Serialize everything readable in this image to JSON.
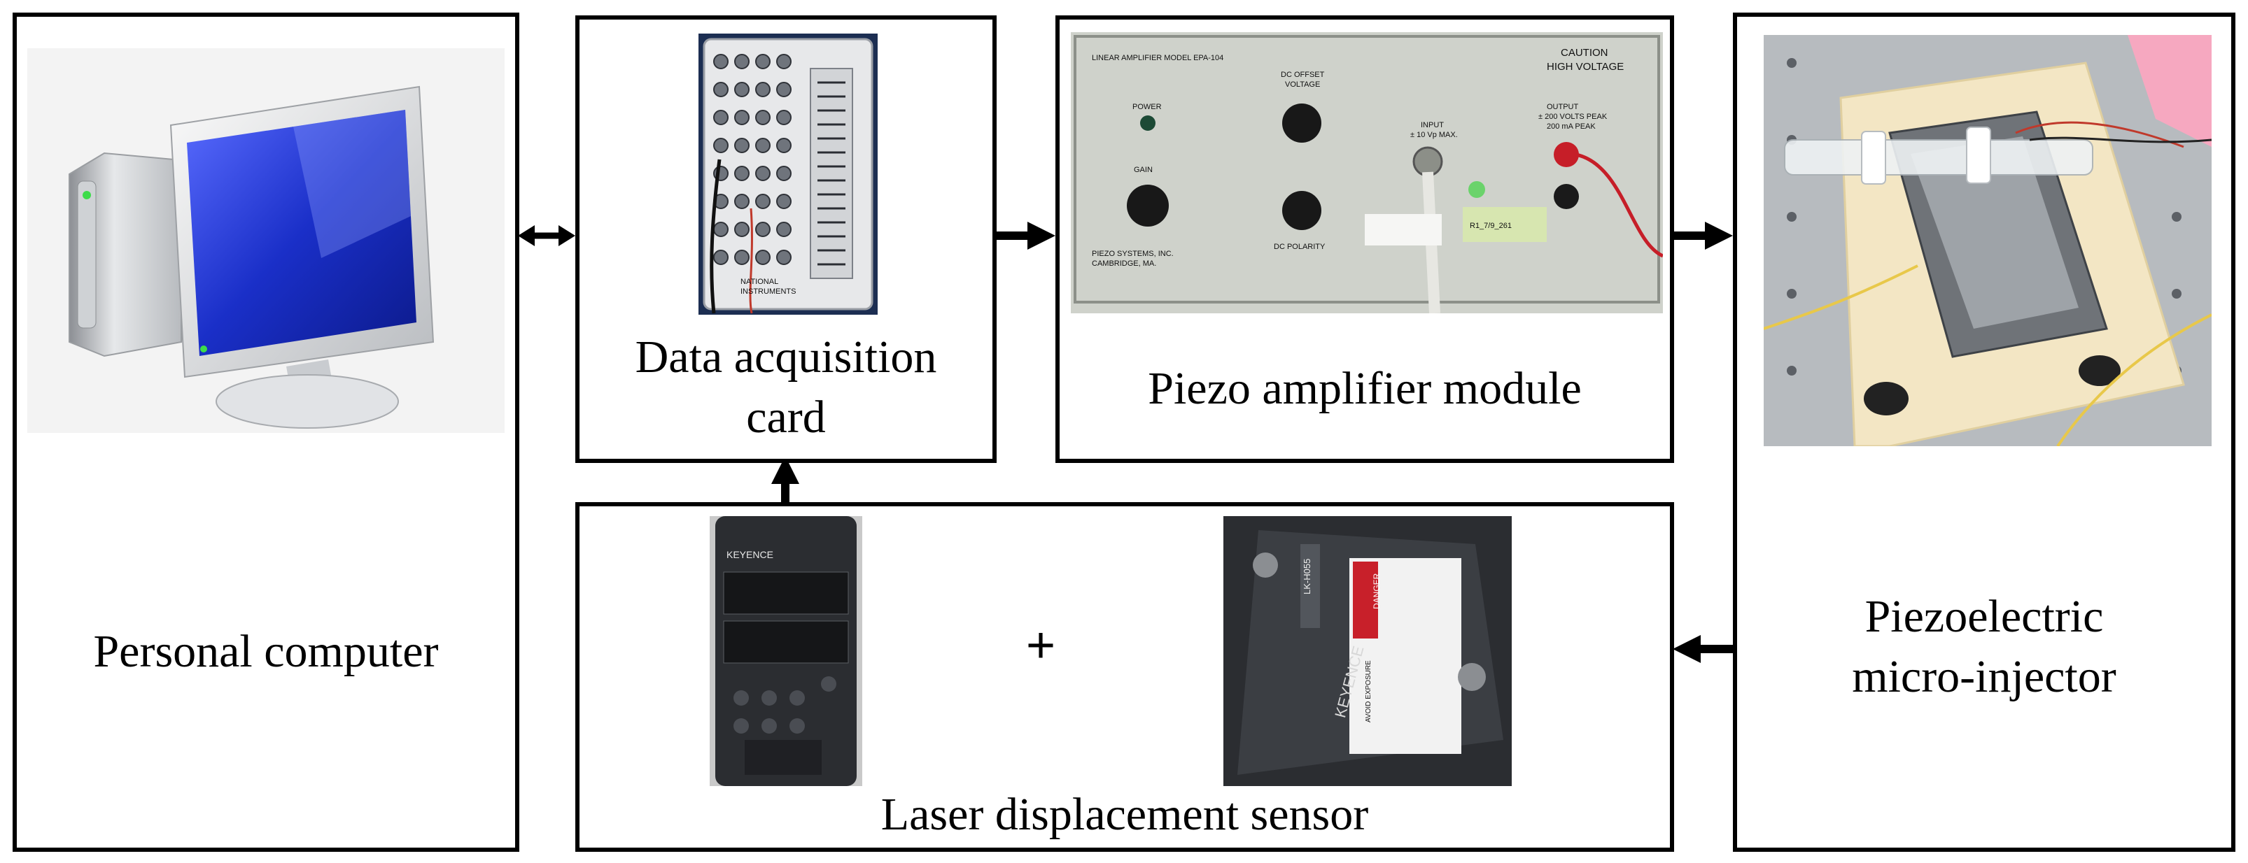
{
  "blocks": {
    "computer": {
      "label": "Personal computer",
      "image": "desktop-computer-icon"
    },
    "daq": {
      "label_line1": "Data acquisition",
      "label_line2": "card",
      "image": "data-acquisition-card-photo"
    },
    "amplifier": {
      "label": "Piezo amplifier module",
      "image": "piezo-amplifier-photo"
    },
    "injector": {
      "label_line1": "Piezoelectric",
      "label_line2": "micro-injector",
      "image": "micro-injector-photo"
    },
    "laser": {
      "label": "Laser displacement sensor",
      "plus": "+",
      "images": [
        "laser-controller-photo",
        "laser-head-photo"
      ]
    }
  },
  "photo_text": {
    "daq_brand_line1": "NATIONAL",
    "daq_brand_line2": "INSTRUMENTS",
    "amp_title": "LINEAR AMPLIFIER   MODEL EPA-104",
    "amp_caution1": "CAUTION",
    "amp_caution2": "HIGH VOLTAGE",
    "amp_power": "POWER",
    "amp_gain": "GAIN",
    "amp_dc_offset1": "DC OFFSET",
    "amp_dc_offset2": "VOLTAGE",
    "amp_dc_polarity": "DC POLARITY",
    "amp_input1": "INPUT",
    "amp_input2": "± 10 Vp MAX.",
    "amp_output1": "OUTPUT",
    "amp_output2": "± 200 VOLTS PEAK",
    "amp_output3": "200 mA PEAK",
    "amp_maker1": "PIEZO SYSTEMS, INC.",
    "amp_maker2": "CAMBRIDGE, MA.",
    "amp_sticker": "R1_7/9_261",
    "laser_brand": "KEYENCE",
    "laser_model": "LK-H055",
    "laser_danger": "DANGER",
    "laser_avoid": "AVOID EXPOSURE"
  },
  "colors": {
    "border": "#000000",
    "arrow": "#000000",
    "monitor_screen": "#1a2fc8",
    "amp_panel": "#cfd2cb",
    "injector_base": "#f3e6c4",
    "laser_body": "#2b2d31",
    "danger_red": "#c8202a"
  }
}
